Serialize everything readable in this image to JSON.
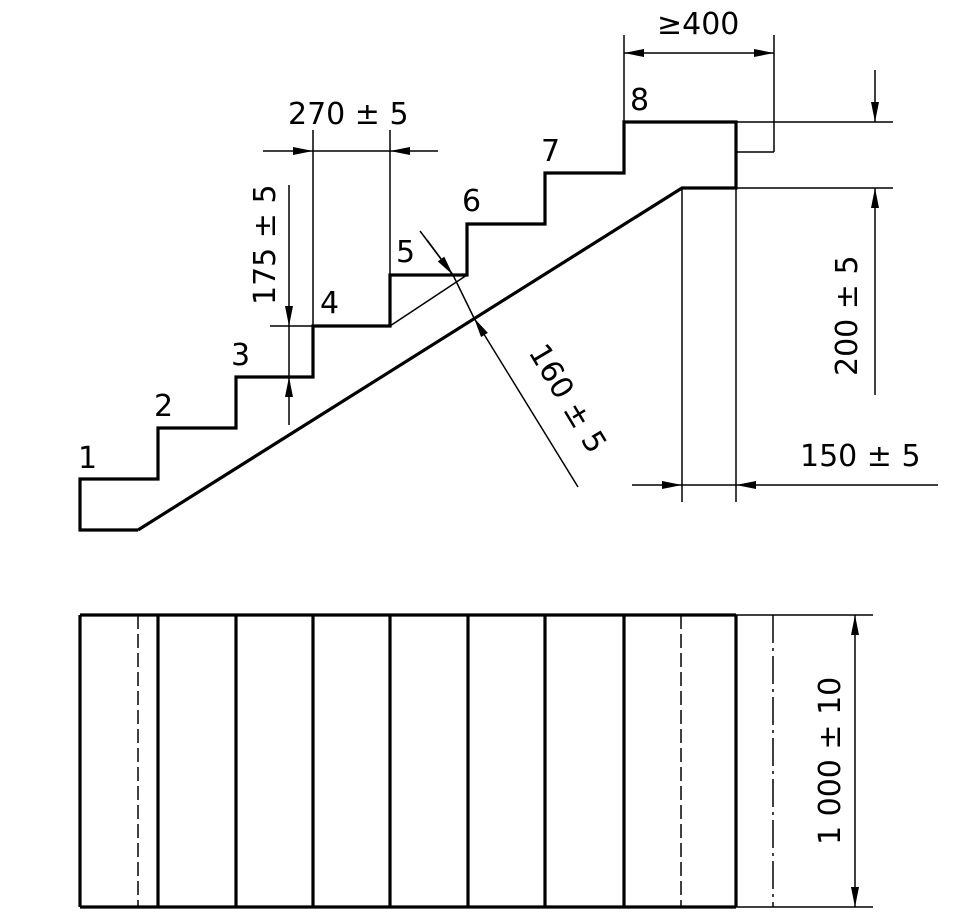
{
  "elevation": {
    "step_labels": [
      "1",
      "2",
      "3",
      "4",
      "5",
      "6",
      "7",
      "8"
    ],
    "dimensions": {
      "tread": "270 ± 5",
      "riser": "175 ± 5",
      "waist": "160 ± 5",
      "landing_length": "≥400",
      "landing_thickness": "200 ± 5",
      "bearing": "150 ± 5"
    }
  },
  "plan": {
    "dimensions": {
      "width": "1 000 ± 10"
    }
  },
  "colors": {
    "line": "#000000",
    "background": "#ffffff"
  }
}
